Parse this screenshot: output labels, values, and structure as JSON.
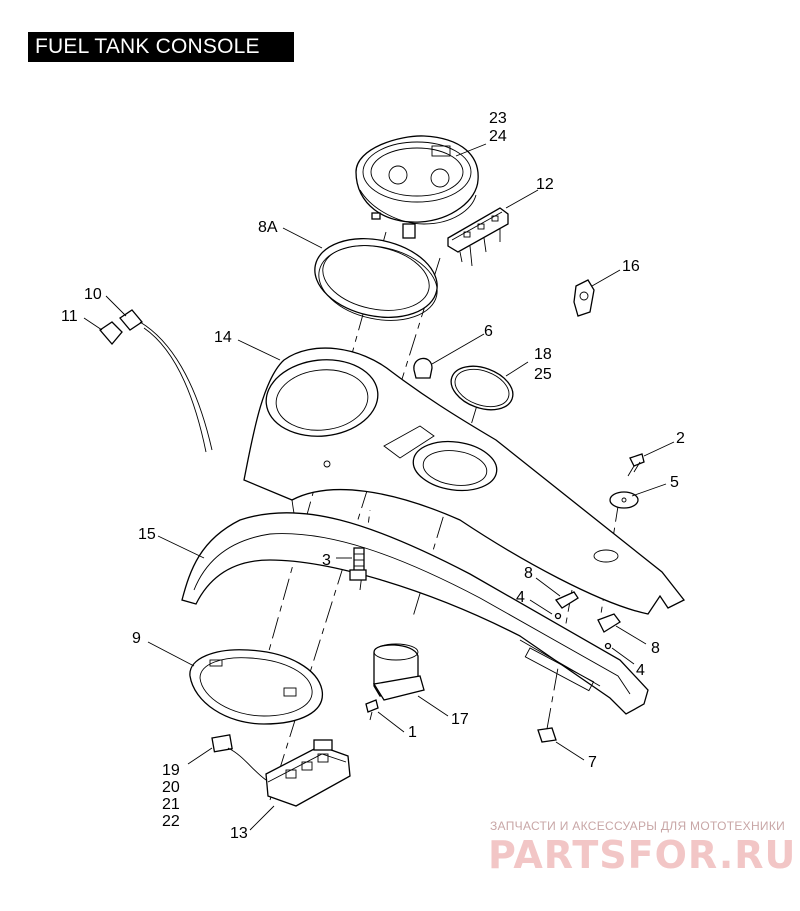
{
  "title": "FUEL TANK CONSOLE",
  "callouts": {
    "c23": "23",
    "c24": "24",
    "c12": "12",
    "c8a": "8A",
    "c16": "16",
    "c10": "10",
    "c11": "11",
    "c6": "6",
    "c18": "18",
    "c25": "25",
    "c14": "14",
    "c2": "2",
    "c5": "5",
    "c15": "15",
    "c3": "3",
    "c8_top": "8",
    "c4_top": "4",
    "c8_bot": "8",
    "c4_bot": "4",
    "c9": "9",
    "c17": "17",
    "c1": "1",
    "c7": "7",
    "c19": "19",
    "c20": "20",
    "c21": "21",
    "c22": "22",
    "c13": "13"
  },
  "watermark": {
    "tagline": "ЗАПЧАСТИ И АКСЕССУАРЫ ДЛЯ МОТОТЕХНИКИ",
    "logo": "PARTSFOR.RU"
  }
}
